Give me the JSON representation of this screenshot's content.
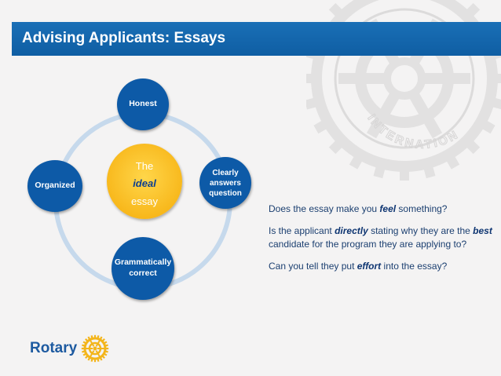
{
  "slide": {
    "title": "Advising Applicants: Essays",
    "background_emblem_text": "INTERNATIONAL"
  },
  "diagram": {
    "center": {
      "line1": "The",
      "line2": "ideal",
      "line3": "essay"
    },
    "nodes": {
      "top": "Honest",
      "right": [
        "Clearly",
        "answers",
        "question"
      ],
      "bottom": [
        "Grammatically",
        "correct"
      ],
      "left": "Organized"
    }
  },
  "questions": [
    {
      "before": "Does the essay make you ",
      "emph": "feel",
      "after": " something?"
    },
    {
      "before": "Is the applicant ",
      "emph": "directly",
      "mid": " stating why they are the ",
      "emph2": "best",
      "after": " candidate for the program they are applying to?"
    },
    {
      "before": "Can you tell they put ",
      "emph": "effort",
      "after": " into the essay?"
    }
  ],
  "footer": {
    "logo_text": "Rotary"
  },
  "colors": {
    "title_bar": "#1366af",
    "node_blue": "#0d5aa7",
    "center_gold": "#f8b81c",
    "ring": "#c6d9ec",
    "text": "#1b3f70"
  },
  "icons": [
    "rotary-wheel-watermark-icon",
    "rotary-wheel-logo-icon"
  ]
}
